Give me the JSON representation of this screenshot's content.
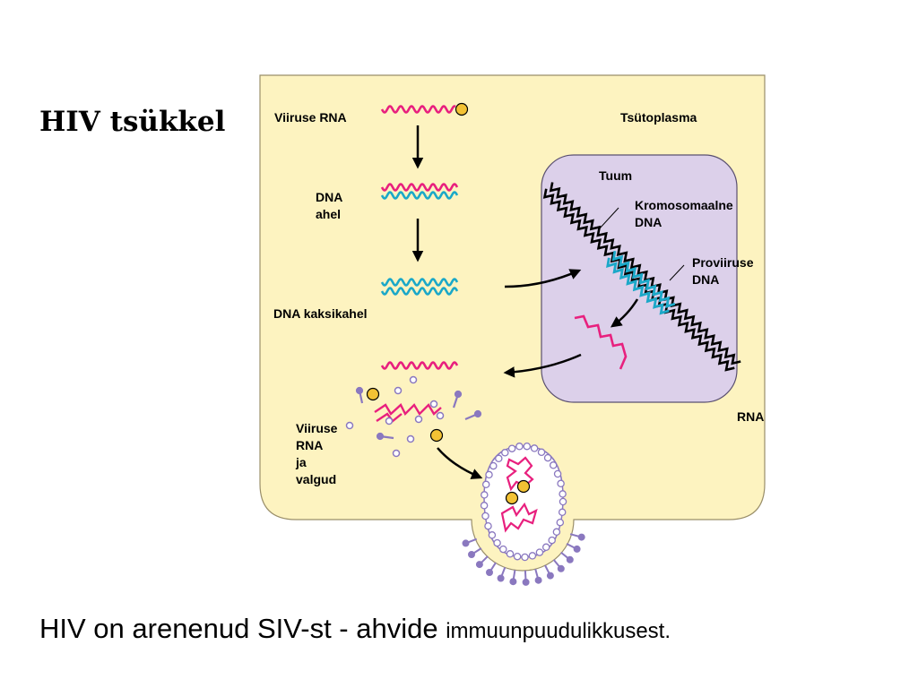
{
  "title": "HIV tsükkel",
  "labels": {
    "viral_rna": "Viiruse RNA",
    "cytoplasm": "Tsütoplasma",
    "nucleus": "Tuum",
    "dna_strand_1": "DNA",
    "dna_strand_2": "ahel",
    "chromosomal_1": "Kromosomaalne",
    "chromosomal_2": "DNA",
    "provirus_1": "Proviiruse",
    "provirus_2": "DNA",
    "double_strand": "DNA kaksikahel",
    "rna": "RNA",
    "rna_proteins_1": "Viiruse",
    "rna_proteins_2": "RNA",
    "rna_proteins_3": "ja",
    "rna_proteins_4": "valgud"
  },
  "caption": {
    "main": "HIV on arenenud SIV-st - ahvide ",
    "small": "immuunpuudulikkusest."
  },
  "colors": {
    "cell_fill": "#fdf3c0",
    "nucleus_fill": "#dcd0ea",
    "rna_pink": "#e8207e",
    "dna_cyan": "#1ba8c8",
    "protein_purple": "#8a78bf",
    "cap_yellow": "#f3c234"
  }
}
